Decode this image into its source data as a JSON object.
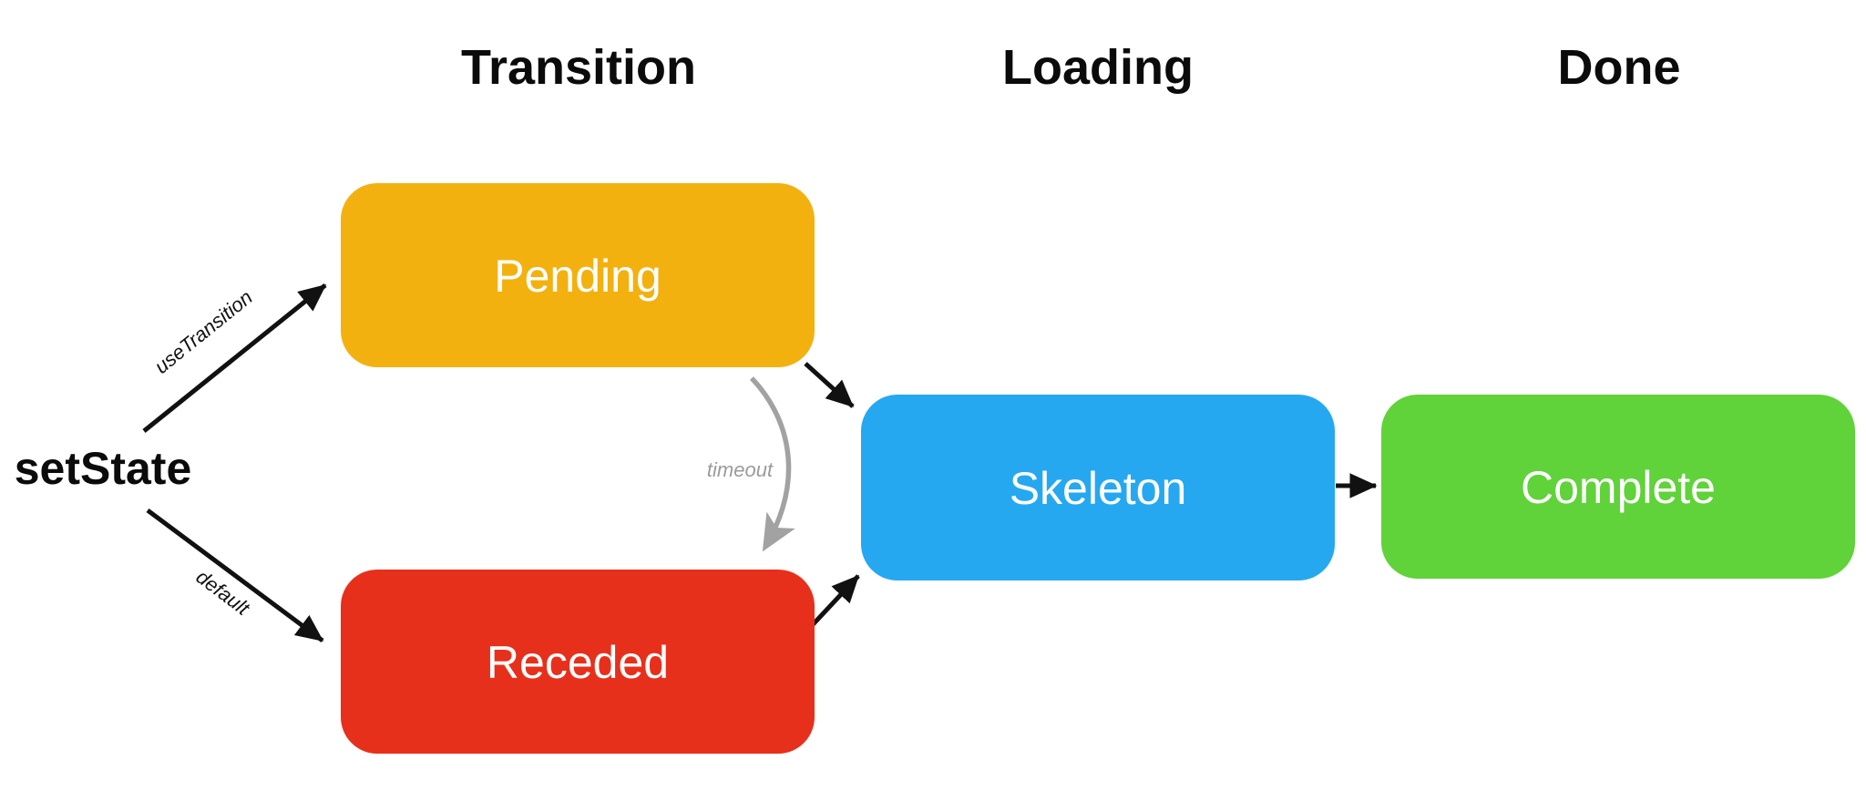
{
  "diagram": {
    "background": "#ffffff",
    "source": {
      "label": "setState"
    },
    "columns": [
      {
        "id": "transition",
        "label": "Transition"
      },
      {
        "id": "loading",
        "label": "Loading"
      },
      {
        "id": "done",
        "label": "Done"
      }
    ],
    "nodes": [
      {
        "id": "pending",
        "label": "Pending",
        "color": "#F3B110"
      },
      {
        "id": "receded",
        "label": "Receded",
        "color": "#E7301C"
      },
      {
        "id": "skeleton",
        "label": "Skeleton",
        "color": "#26A8F1"
      },
      {
        "id": "complete",
        "label": "Complete",
        "color": "#60D23A"
      }
    ],
    "edges": [
      {
        "id": "usetransition",
        "label": "useTransition",
        "from": "setState",
        "to": "Pending",
        "color": "#111111"
      },
      {
        "id": "default",
        "label": "default",
        "from": "setState",
        "to": "Receded",
        "color": "#111111"
      },
      {
        "id": "timeout",
        "label": "timeout",
        "from": "Pending",
        "to": "Receded",
        "color": "#9b9b9b"
      },
      {
        "id": "pending-skeleton",
        "label": "",
        "from": "Pending",
        "to": "Skeleton",
        "color": "#111111"
      },
      {
        "id": "receded-skeleton",
        "label": "",
        "from": "Receded",
        "to": "Skeleton",
        "color": "#111111"
      },
      {
        "id": "skeleton-complete",
        "label": "",
        "from": "Skeleton",
        "to": "Complete",
        "color": "#111111"
      }
    ]
  }
}
